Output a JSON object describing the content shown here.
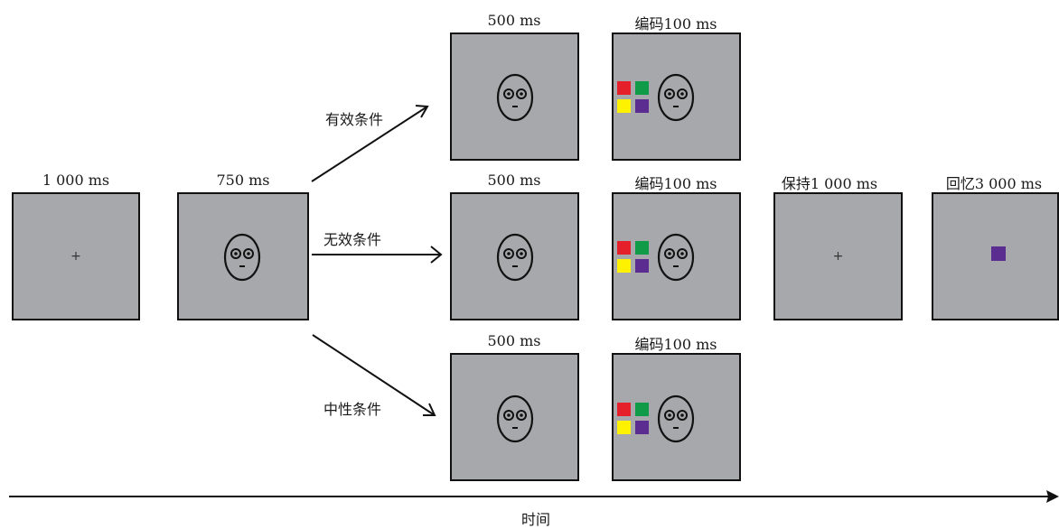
{
  "stages": {
    "fixation": "1 000 ms",
    "cue": "750 ms",
    "target_valid": "500 ms",
    "encode_valid": "编码100 ms",
    "target_invalid": "500 ms",
    "encode_invalid": "编码100 ms",
    "target_neutral": "500 ms",
    "encode_neutral": "编码100 ms",
    "maintain": "保持1 000 ms",
    "recall": "回忆3 000 ms"
  },
  "conditions": {
    "valid": "有效条件",
    "invalid": "无效条件",
    "neutral": "中性条件"
  },
  "fixation_symbol": "+",
  "timeline_label": "时间",
  "colors": {
    "panel": "#a7a8ab",
    "red": "#e5202a",
    "green": "#0f9b48",
    "yellow": "#fff200",
    "purple": "#5c2d91"
  }
}
